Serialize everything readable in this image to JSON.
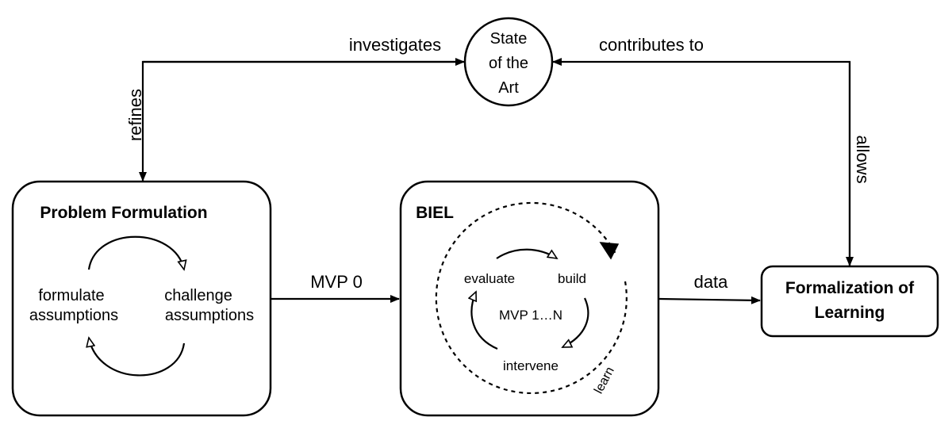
{
  "state_of_art": {
    "line1": "State",
    "line2": "of the",
    "line3": "Art"
  },
  "edges": {
    "investigates": "investigates",
    "contributes_to": "contributes to",
    "refines": "refines",
    "allows": "allows",
    "mvp0": "MVP 0",
    "data": "data"
  },
  "problem_formulation": {
    "title": "Problem Formulation",
    "formulate_line1": "formulate",
    "formulate_line2": "assumptions",
    "challenge_line1": "challenge",
    "challenge_line2": "assumptions"
  },
  "biel": {
    "title": "BIEL",
    "evaluate": "evaluate",
    "build": "build",
    "center": "MVP 1…N",
    "intervene": "intervene",
    "learn": "learn"
  },
  "formalization": {
    "line1": "Formalization of",
    "line2": "Learning"
  }
}
